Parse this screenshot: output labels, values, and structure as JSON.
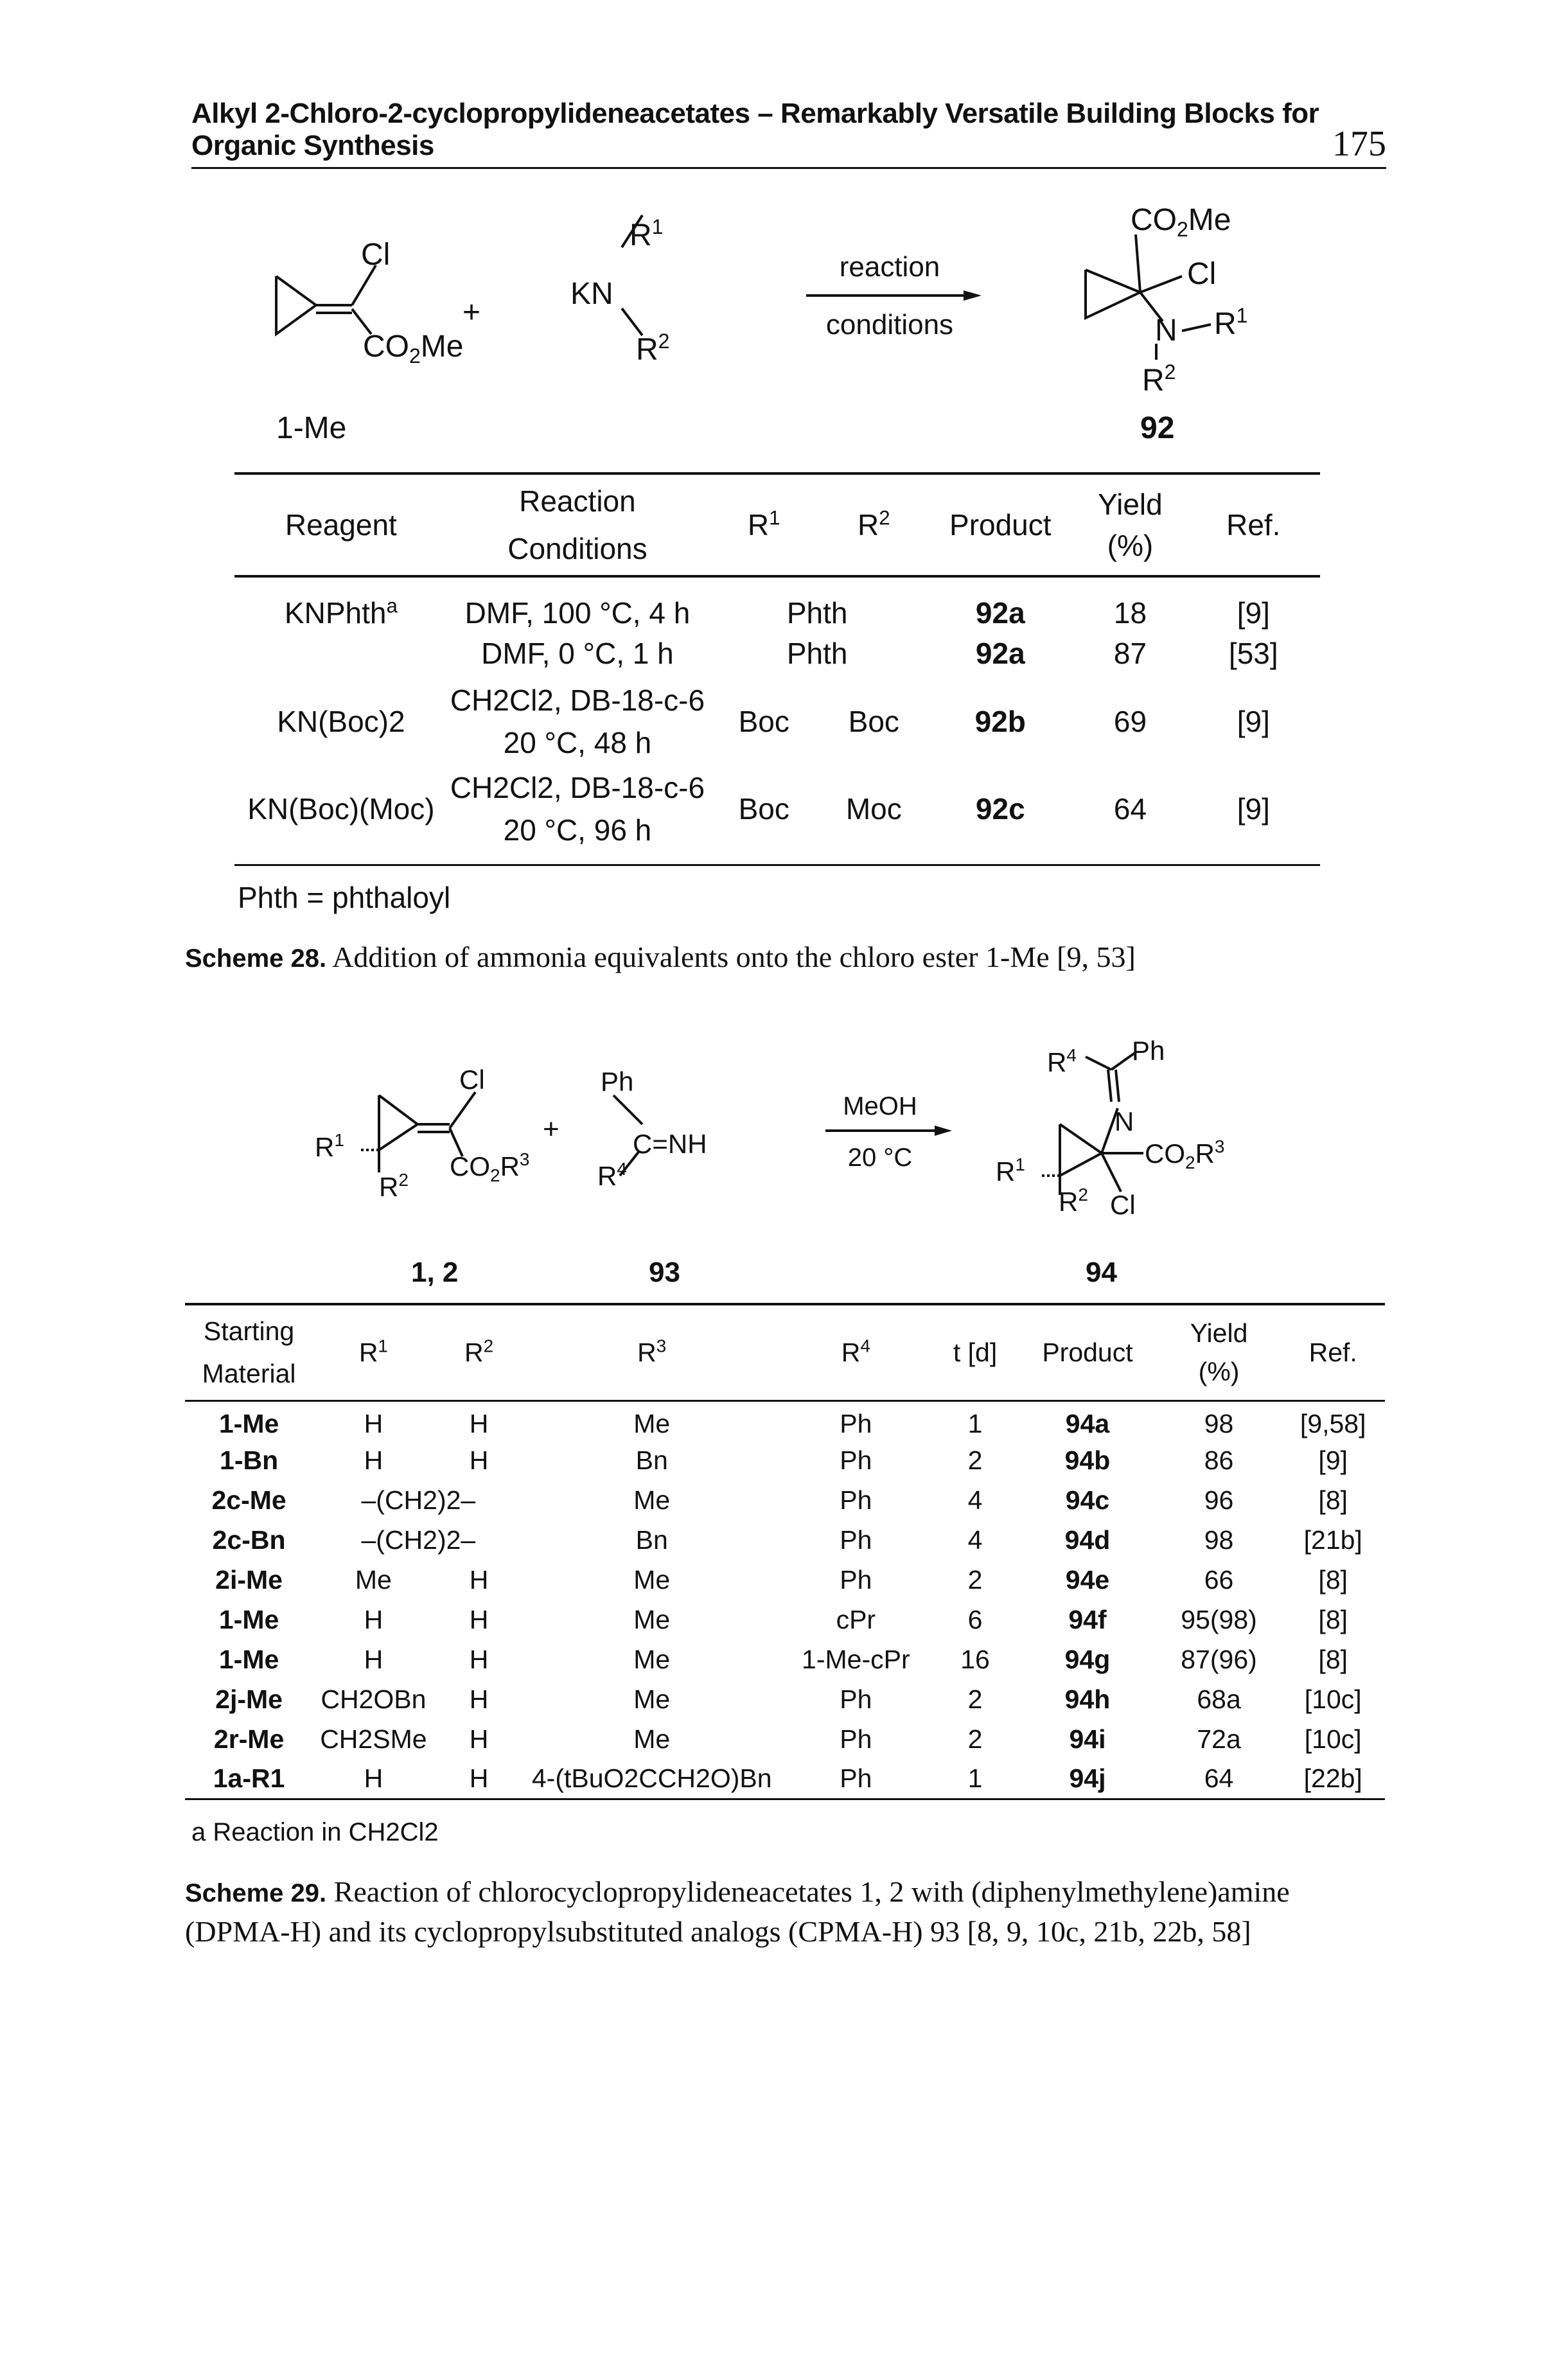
{
  "header": {
    "title": "Alkyl 2-Chloro-2-cyclopropylideneacetates – Remarkably Versatile Building Blocks for Organic Synthesis",
    "page_number": "175"
  },
  "scheme28": {
    "reagent_label": "1-Me",
    "product_label": "92",
    "arrow_top": "reaction",
    "arrow_bottom": "conditions",
    "plus": "+",
    "table": {
      "headers": [
        "Reagent",
        "Reaction",
        "Conditions",
        "R1",
        "R2",
        "Product",
        "Yield",
        "(%)",
        "Ref."
      ],
      "rows": [
        {
          "reagent": "KNPhth",
          "reagent_note": "a",
          "conditions": [
            "DMF, 100 °C, 4 h"
          ],
          "r1r2": "Phth",
          "product": "92a",
          "yield": "18",
          "ref": "[9]"
        },
        {
          "reagent": "",
          "conditions": [
            "DMF, 0 °C, 1 h"
          ],
          "r1r2": "Phth",
          "product": "92a",
          "yield": "87",
          "ref": "[53]"
        },
        {
          "reagent": "KN(Boc)2",
          "conditions": [
            "CH2Cl2, DB-18-c-6",
            "20 °C, 48 h"
          ],
          "r1": "Boc",
          "r2": "Boc",
          "product": "92b",
          "yield": "69",
          "ref": "[9]"
        },
        {
          "reagent": "KN(Boc)(Moc)",
          "conditions": [
            "CH2Cl2, DB-18-c-6",
            "20 °C, 96 h"
          ],
          "r1": "Boc",
          "r2": "Moc",
          "product": "92c",
          "yield": "64",
          "ref": "[9]"
        }
      ],
      "footnote": "Phth = phthaloyl"
    },
    "caption_label": "Scheme 28.",
    "caption_text": "Addition of ammonia equivalents onto the chloro ester 1-Me [9, 53]"
  },
  "scheme29": {
    "reagent_label": "1, 2",
    "imine_label": "93",
    "product_label": "94",
    "arrow_top": "MeOH",
    "arrow_bottom": "20 °C",
    "plus": "+",
    "table": {
      "headers": [
        "Starting",
        "Material",
        "R1",
        "R2",
        "R3",
        "R4",
        "t [d]",
        "Product",
        "Yield",
        "(%)",
        "Ref."
      ],
      "rows": [
        {
          "sm": "1-Me",
          "r1": "H",
          "r2": "H",
          "r3": "Me",
          "r4": "Ph",
          "t": "1",
          "product": "94a",
          "yield": "98",
          "ref": "[9,58]"
        },
        {
          "sm": "1-Bn",
          "r1": "H",
          "r2": "H",
          "r3": "Bn",
          "r4": "Ph",
          "t": "2",
          "product": "94b",
          "yield": "86",
          "ref": "[9]"
        },
        {
          "sm": "2c-Me",
          "r1r2": "–(CH2)2–",
          "r3": "Me",
          "r4": "Ph",
          "t": "4",
          "product": "94c",
          "yield": "96",
          "ref": "[8]"
        },
        {
          "sm": "2c-Bn",
          "r1r2": "–(CH2)2–",
          "r3": "Bn",
          "r4": "Ph",
          "t": "4",
          "product": "94d",
          "yield": "98",
          "ref": "[21b]"
        },
        {
          "sm": "2i-Me",
          "r1": "Me",
          "r2": "H",
          "r3": "Me",
          "r4": "Ph",
          "t": "2",
          "product": "94e",
          "yield": "66",
          "ref": "[8]"
        },
        {
          "sm": "1-Me",
          "r1": "H",
          "r2": "H",
          "r3": "Me",
          "r4": "cPr",
          "t": "6",
          "product": "94f",
          "yield": "95(98)",
          "ref": "[8]"
        },
        {
          "sm": "1-Me",
          "r1": "H",
          "r2": "H",
          "r3": "Me",
          "r4": "1-Me-cPr",
          "t": "16",
          "product": "94g",
          "yield": "87(96)",
          "ref": "[8]"
        },
        {
          "sm": "2j-Me",
          "r1": "CH2OBn",
          "r2": "H",
          "r3": "Me",
          "r4": "Ph",
          "t": "2",
          "product": "94h",
          "yield": "68a",
          "ref": "[10c]"
        },
        {
          "sm": "2r-Me",
          "r1": "CH2SMe",
          "r2": "H",
          "r3": "Me",
          "r4": "Ph",
          "t": "2",
          "product": "94i",
          "yield": "72a",
          "ref": "[10c]"
        },
        {
          "sm": "1a-R1",
          "r1": "H",
          "r2": "H",
          "r3": "4-(tBuO2CCH2O)Bn",
          "r4": "Ph",
          "t": "1",
          "product": "94j",
          "yield": "64",
          "ref": "[22b]"
        }
      ],
      "footnote": "a Reaction in CH2Cl2"
    },
    "caption_label": "Scheme 29.",
    "caption_text": "Reaction of chlorocyclopropylideneacetates 1, 2 with (diphenylmethylene)amine (DPMA-H) and its cyclopropylsubstituted analogs (CPMA-H) 93 [8, 9, 10c, 21b, 22b, 58]"
  }
}
